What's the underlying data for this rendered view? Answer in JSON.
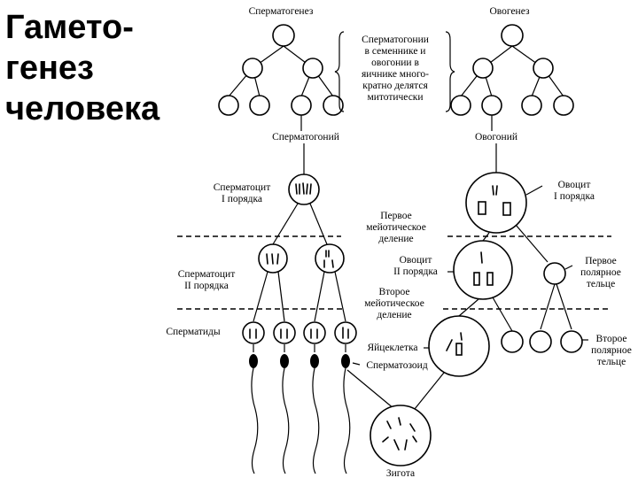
{
  "slide": {
    "title_lines": [
      "Гамето-",
      "генез",
      "человека"
    ]
  },
  "labels": {
    "spermatogenesis": "Сперматогенез",
    "oogenesis": "Овогенез",
    "note_lines": [
      "Сперматогонии",
      "в семеннике и",
      "овогонии в",
      "яичнике много-",
      "кратно делятся",
      "митотически"
    ],
    "spermatogonium": "Сперматогоний",
    "oogonium": "Овогоний",
    "spermatocyte1_lines": [
      "Сперматоцит",
      "I порядка"
    ],
    "oocyte1_lines": [
      "Овоцит",
      "I порядка"
    ],
    "meiosis1_lines": [
      "Первое",
      "мейотическое",
      "деление"
    ],
    "spermatocyte2_lines": [
      "Сперматоцит",
      "II порядка"
    ],
    "oocyte2_lines": [
      "Овоцит",
      "II порядка"
    ],
    "polar1_lines": [
      "Первое",
      "полярное",
      "тельце"
    ],
    "meiosis2_lines": [
      "Второе",
      "мейотическое",
      "деление"
    ],
    "spermatids": "Сперматиды",
    "egg": "Яйцеклетка",
    "sperm": "Сперматозоид",
    "polar2_lines": [
      "Второе",
      "полярное",
      "тельце"
    ],
    "zygote": "Зигота"
  }
}
